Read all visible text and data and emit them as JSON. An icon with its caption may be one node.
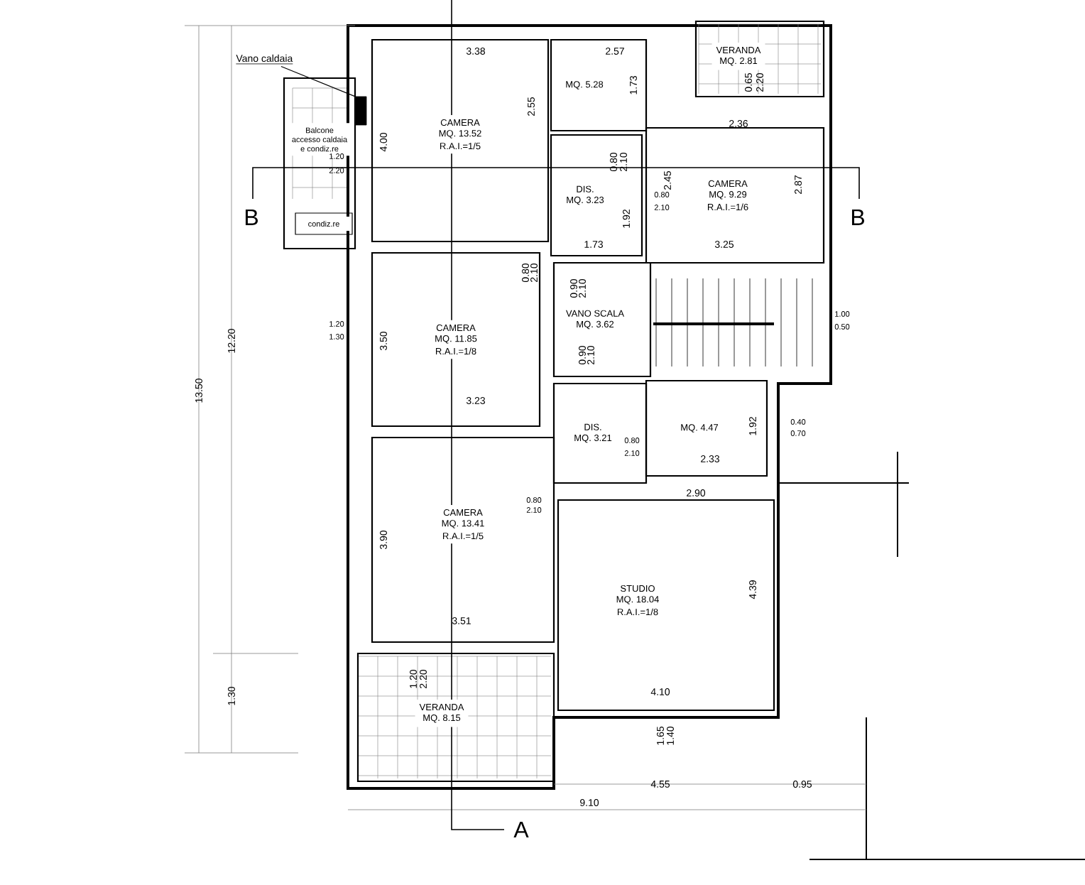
{
  "diagram": {
    "nodes": [
      {
        "text": [
          "Balcone accesso caldaia e condiz.re"
        ]
      },
      {
        "text": [
          "condiz.re"
        ],
        "in": 0
      },
      {
        "text": [
          "Vano caldaia"
        ]
      },
      {
        "text": [],
        "shape": "box"
      },
      {
        "text": [
          "CAMERA",
          "MQ. 13.52",
          "R.A.I.=1/5"
        ]
      },
      {
        "text": [
          "MQ. 5.28"
        ]
      },
      {
        "text": [
          "VERANDA",
          "MQ. 2.81"
        ]
      },
      {
        "text": [
          "DIS.",
          "MQ. 3.23"
        ]
      },
      {
        "text": [
          "CAMERA",
          "MQ. 9.29",
          "R.A.I.=1/6"
        ]
      },
      {
        "text": [
          "CAMERA",
          "MQ. 11.85",
          "R.A.I.=1/8"
        ]
      },
      {
        "text": [
          "VANO SCALA",
          "MQ. 3.62"
        ]
      },
      {
        "text": [
          "DIS.",
          "MQ. 3.21"
        ]
      },
      {
        "text": [
          "MQ. 4.47"
        ]
      },
      {
        "text": [
          "CAMERA",
          "MQ. 13.41",
          "R.A.I.=1/5"
        ]
      },
      {
        "text": [
          "STUDIO",
          "MQ. 18.04",
          "R.A.I.=1/8"
        ]
      },
      {
        "text": [
          "VERANDA",
          "MQ. 8.15"
        ]
      }
    ],
    "edges": [
      {
        "from": 2,
        "to": 3,
        "arrow": "none"
      }
    ],
    "labels": [
      "3.38",
      "2.57",
      "1.73",
      "0.65",
      "2.20",
      "2.55",
      "2.36",
      "4.00",
      "1.20",
      "2.20",
      "0.80",
      "2.10",
      "2.45",
      "2.87",
      "0.80",
      "2.10",
      "B",
      "1.92",
      "B",
      "1.73",
      "3.25",
      "0.80",
      "2.10",
      "0.90",
      "2.10",
      "1.00",
      "0.50",
      "1.20",
      "1.30",
      "12.20",
      "3.50",
      "0.90",
      "2.10",
      "13.50",
      "3.23",
      "1.92",
      "0.40",
      "0.70",
      "0.80",
      "2.10",
      "2.33",
      "2.90",
      "0.80",
      "2.10",
      "3.90",
      "4.39",
      "3.51",
      "1.20",
      "2.20",
      "1.30",
      "4.10",
      "1.65",
      "1.40",
      "4.55",
      "0.95",
      "9.10",
      "A"
    ]
  }
}
